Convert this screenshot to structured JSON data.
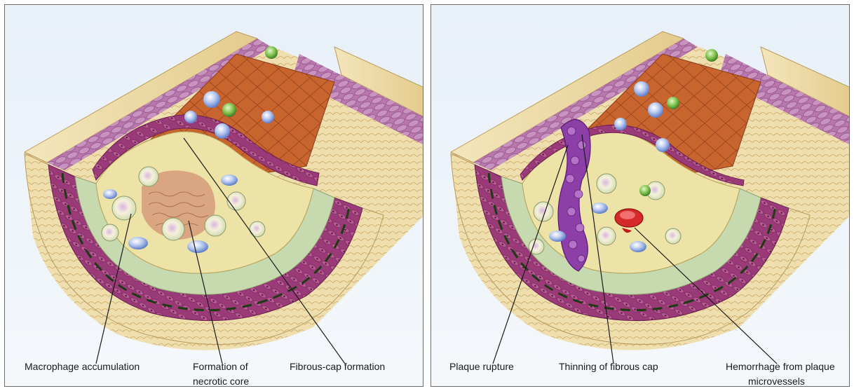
{
  "panels": [
    {
      "labels": {
        "macrophage": "Macrophage accumulation",
        "necrotic_line1": "Formation of",
        "necrotic_line2": "necrotic core",
        "fibrous": "Fibrous-cap formation"
      }
    },
    {
      "labels": {
        "rupture": "Plaque rupture",
        "thinning": "Thinning of fibrous cap",
        "hemorrhage_line1": "Hemorrhage from plaque",
        "hemorrhage_line2": "microvessels"
      }
    }
  ],
  "colors": {
    "adventitia": "#f0dfae",
    "media": "#a2407c",
    "intima": "#c7d9ae",
    "lumen": "#c8652e",
    "necrotic": "#d69a7a",
    "thrombus": "#8c3fa6",
    "hemorrhage": "#d62a2a",
    "cell_blue": "#9cb4e6",
    "cell_green": "#6fb23e"
  }
}
